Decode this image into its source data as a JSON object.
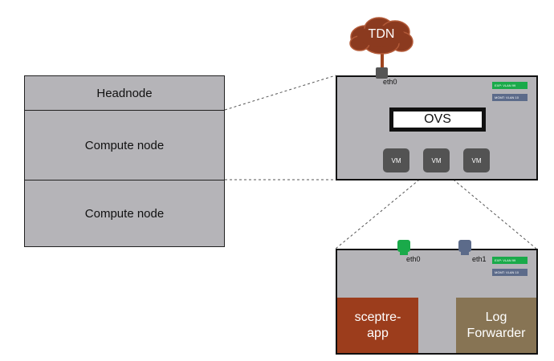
{
  "cloud": {
    "label": "TDN",
    "color": "#8b3a1f"
  },
  "rack": {
    "headnode": "Headnode",
    "compute_1": "Compute node",
    "compute_2": "Compute node"
  },
  "compute_detail": {
    "port": "eth0",
    "switch": "OVS",
    "vms": [
      "VM",
      "VM",
      "VM"
    ],
    "legend": {
      "exp": "EXP: VLAN 99",
      "mgmt": "MGMT: VLAN 10"
    }
  },
  "vm_detail": {
    "ports": [
      "eth0",
      "eth1"
    ],
    "app_1": "sceptre-\napp",
    "app_2": "Log\nForwarder",
    "legend": {
      "exp": "EXP: VLAN 99",
      "mgmt": "MGMT: VLAN 10"
    }
  },
  "colors": {
    "exp_vlan": "#1aaa4a",
    "mgmt_vlan": "#5c6b8a",
    "tdn_link": "#a0451f",
    "app_1": "#9c3d1c",
    "app_2": "#877454",
    "panel_bg": "#b5b4b8"
  }
}
